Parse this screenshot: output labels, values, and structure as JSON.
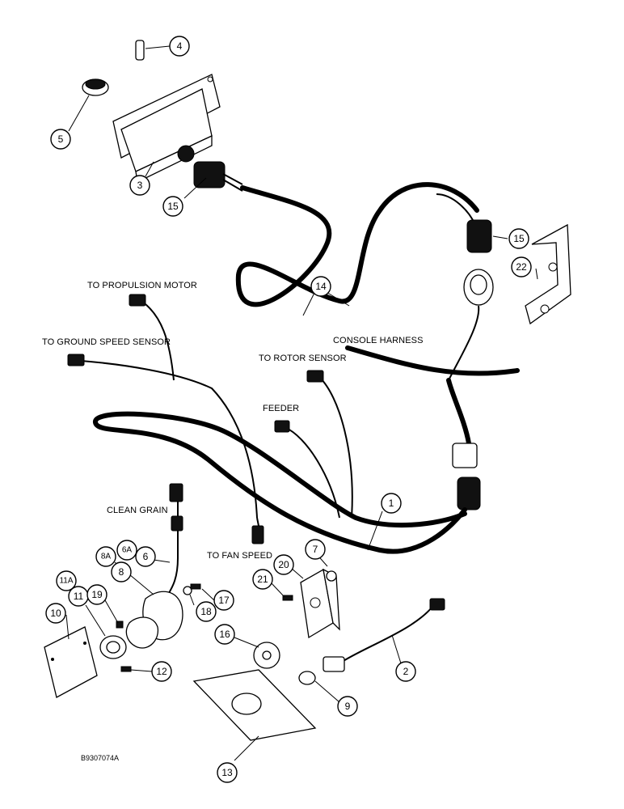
{
  "labels": {
    "propulsion_motor": "TO PROPULSION MOTOR",
    "ground_speed": "TO GROUND SPEED SENSOR",
    "rotor_sensor": "TO ROTOR SENSOR",
    "console_harness": "CONSOLE HARNESS",
    "feeder": "FEEDER",
    "clean_grain": "CLEAN GRAIN",
    "fan_speed": "TO FAN SPEED"
  },
  "figure_ref": "B9307074A",
  "callouts": {
    "c1": "1",
    "c2": "2",
    "c3": "3",
    "c4": "4",
    "c5": "5",
    "c6": "6",
    "c6a": "6A",
    "c7": "7",
    "c8": "8",
    "c8a": "8A",
    "c9": "9",
    "c10": "10",
    "c11": "11",
    "c11a": "11A",
    "c12": "12",
    "c13": "13",
    "c14": "14",
    "c15a": "15",
    "c15b": "15",
    "c16": "16",
    "c17": "17",
    "c18": "18",
    "c19": "19",
    "c20": "20",
    "c21": "21",
    "c22": "22"
  }
}
